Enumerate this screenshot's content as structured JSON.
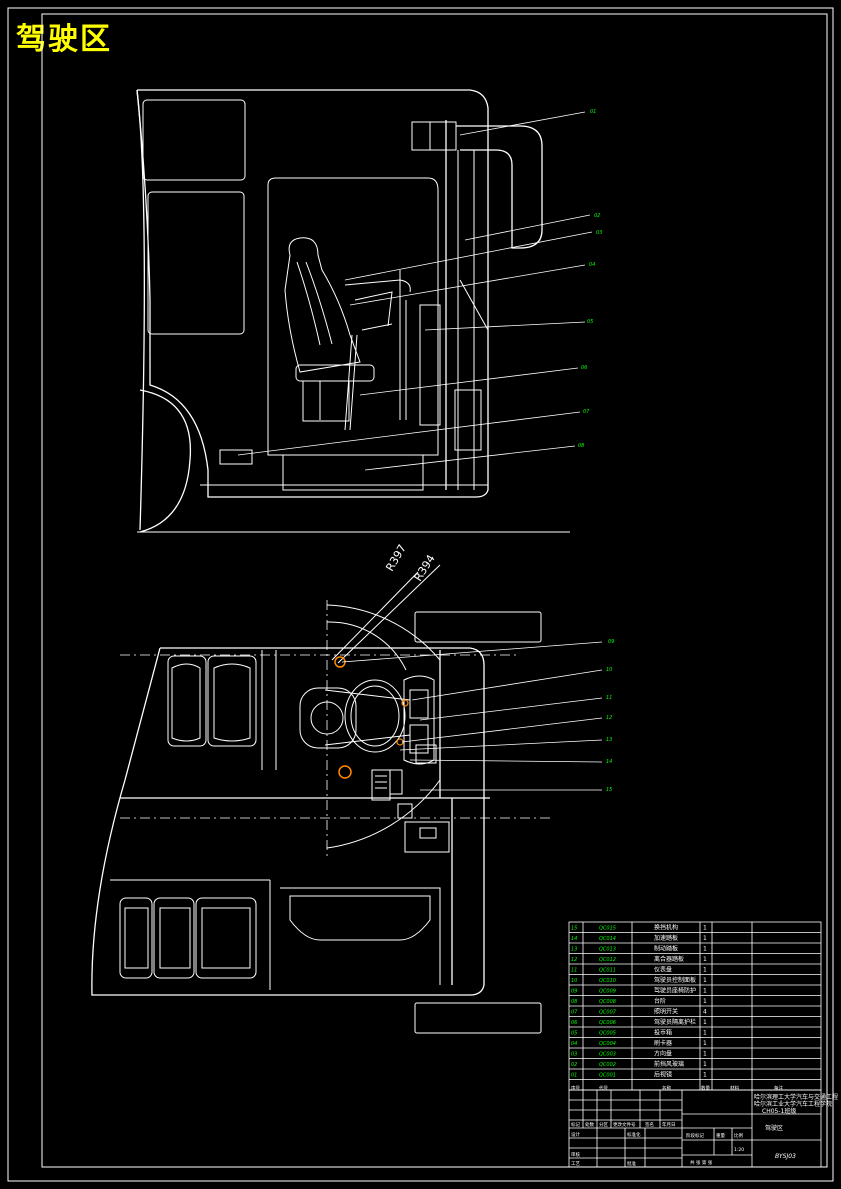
{
  "drawing_title": "驾驶区",
  "side_view_labels": [
    "01",
    "02",
    "03",
    "04",
    "05",
    "06",
    "07",
    "08"
  ],
  "top_view_labels": [
    "09",
    "10",
    "11",
    "12",
    "13",
    "14",
    "15"
  ],
  "dimensions": [
    "R397",
    "R394"
  ],
  "parts_list": [
    {
      "no": "15",
      "code": "QC015",
      "name": "换挡机构",
      "qty": "1"
    },
    {
      "no": "14",
      "code": "QC014",
      "name": "加速踏板",
      "qty": "1"
    },
    {
      "no": "13",
      "code": "QC013",
      "name": "制动踏板",
      "qty": "1"
    },
    {
      "no": "12",
      "code": "QC012",
      "name": "离合器踏板",
      "qty": "1"
    },
    {
      "no": "11",
      "code": "QC011",
      "name": "仪表盘",
      "qty": "1"
    },
    {
      "no": "10",
      "code": "QC010",
      "name": "驾驶员控制面板",
      "qty": "1"
    },
    {
      "no": "09",
      "code": "QC009",
      "name": "驾驶员座椅防护",
      "qty": "1"
    },
    {
      "no": "08",
      "code": "QC008",
      "name": "台阶",
      "qty": "1"
    },
    {
      "no": "07",
      "code": "QC007",
      "name": "照明开关",
      "qty": "4"
    },
    {
      "no": "06",
      "code": "QC006",
      "name": "驾驶员隔离护栏",
      "qty": "1"
    },
    {
      "no": "05",
      "code": "QC005",
      "name": "投币箱",
      "qty": "1"
    },
    {
      "no": "04",
      "code": "QC004",
      "name": "刷卡器",
      "qty": "1"
    },
    {
      "no": "03",
      "code": "QC003",
      "name": "方向盘",
      "qty": "1"
    },
    {
      "no": "02",
      "code": "QC002",
      "name": "前挡风玻璃",
      "qty": "1"
    },
    {
      "no": "01",
      "code": "QC001",
      "name": "后视镜",
      "qty": "1"
    }
  ],
  "parts_header": {
    "no": "序号",
    "code": "代号",
    "name": "名称",
    "qty": "数量",
    "material": "材料",
    "remark": "备注"
  },
  "title_block": {
    "school_line1": "哈尔滨理工大学汽车与交通工程",
    "school_line2": "哈尔滨工业大学汽车工程学院",
    "class_line": "CH05-1班级",
    "drawing_name": "驾驶区",
    "drawing_code": "BYSJ03",
    "scale": "1:20",
    "sheet": "共 张 第 张",
    "cells": [
      "标记",
      "处数",
      "分区",
      "更改文件号",
      "签名",
      "年月日",
      "设计",
      "标准化",
      "审核",
      "工艺",
      "批准",
      "阶段标记",
      "重量",
      "比例"
    ]
  }
}
